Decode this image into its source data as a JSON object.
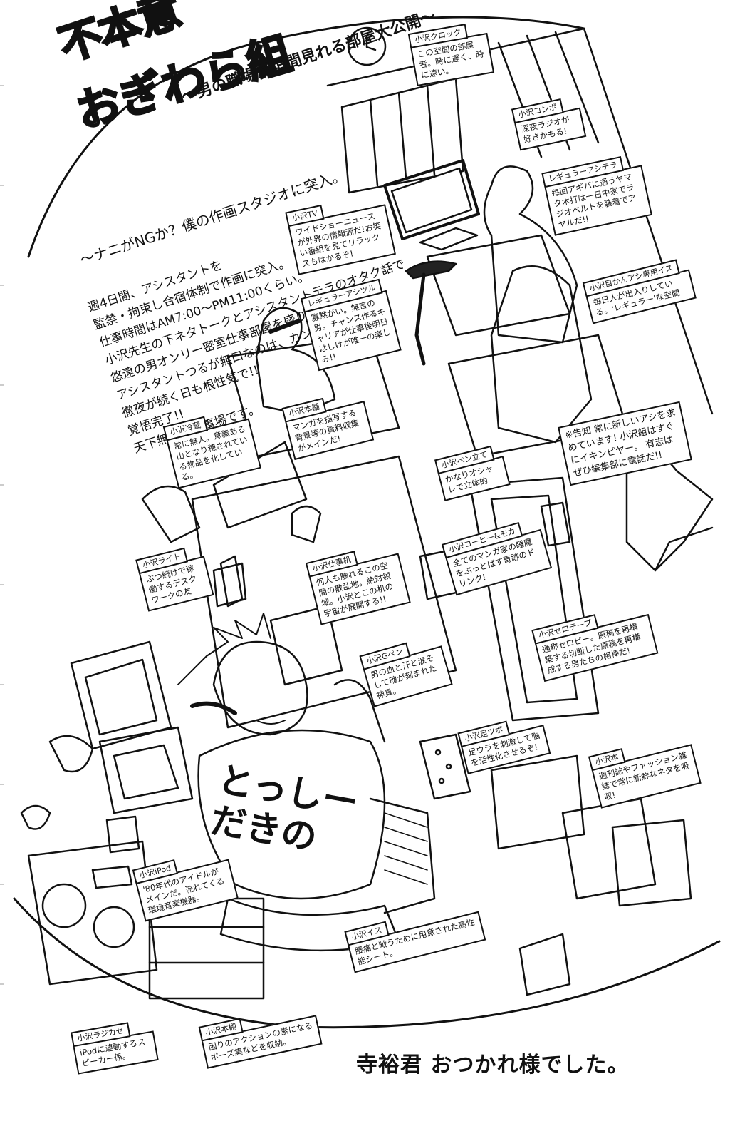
{
  "title": {
    "line1": "不本意",
    "line2": "おぎわら組",
    "subtitle": "～男の職場が垣間見れる部屋大公開～"
  },
  "intro": {
    "catch": "～ナニがNGか？僕の作画スタジオに突入。",
    "lines": [
      "週4日間、アシスタントを",
      "監禁・拘束し合宿体制で作画に突入。",
      "仕事時間はAM7:00～PM11:00くらい。",
      "小沢先生の下ネタトークとアシスタントテラのオタク話で",
      "悠遠の男オンリー密室仕事部屋を盛り上げる!!",
      "アシスタントつるが無口なのは、カンベンな!!",
      "徹夜が続く日も根性気で!!",
      "覚悟完了!!",
      "天下無敵の仕事場です。"
    ]
  },
  "notes": [
    {
      "id": "clock",
      "label": "小沢クロック",
      "text": "この空間の部屋者。時に遅く、時に速い。"
    },
    {
      "id": "compo",
      "label": "小沢コンポ",
      "text": "深夜ラジオが好きかもる!"
    },
    {
      "id": "tera",
      "label": "レギュラーアシテラ",
      "text": "毎回アギバに通うヤマタ木打は一日中家でラジオベルトを装着でアヤルだ!!"
    },
    {
      "id": "tv",
      "label": "小沢TV",
      "text": "ワイドショーニュースが外界の情報源だ!お笑い番組を見てリラックスもはかるぞ!"
    },
    {
      "id": "chair2",
      "label": "小沢目かんアシ専用イス",
      "text": "毎日人が出入りしている。'レギュラー'な空間"
    },
    {
      "id": "tsuru",
      "label": "レギュラーアシツル",
      "text": "寡黙がい。無言の男。チャンス作るキャリアが仕事後明日はしけが唯一の楽しみ!!"
    },
    {
      "id": "honbako",
      "label": "小沢本棚",
      "text": "マンガを描写する背景等の資料収集がメインだ!"
    },
    {
      "id": "fridge",
      "label": "小沢冷蔵",
      "text": "常に無人。意義ある山となり穂されている物品を化している。"
    },
    {
      "id": "notice",
      "label": "",
      "text": "※告知 常に新しいアシを求めています! 小沢組はすぐにイキンピヤー。 有志はぜひ編集部に電話だ!!"
    },
    {
      "id": "pen",
      "label": "小沢ペン立て",
      "text": "かなりオシャレで立体的"
    },
    {
      "id": "light",
      "label": "小沢ライト",
      "text": "ぶつ続けで稼働するデスクワークの友"
    },
    {
      "id": "desk",
      "label": "小沢仕事机",
      "text": "何人も触れるこの空間の散乱地。絶対領域。小沢とこの机の宇宙が展開する!!"
    },
    {
      "id": "coffee",
      "label": "小沢コーヒー&モカ",
      "text": "全てのマンガ家の睡魔をぶっとばす奇跡のドリンク!"
    },
    {
      "id": "gpen",
      "label": "小沢Gペン",
      "text": "男の血と汗と涙そして魂が刻まれた神具。"
    },
    {
      "id": "tape",
      "label": "小沢セロテープ",
      "text": "通称セロピー。原稿を再構築する切断した原稿を再構成する男たちの相棒だ!"
    },
    {
      "id": "foot",
      "label": "小沢足ツボ",
      "text": "足ウラを刺激して脳を活性化させるぞ!"
    },
    {
      "id": "book",
      "label": "小沢本",
      "text": "週刊誌やファッション雑誌で常に新鮮なネタを吸収!"
    },
    {
      "id": "ipod",
      "label": "小沢iPod",
      "text": "'80年代のアイドルがメインだ。流れてくる環境音楽機器。"
    },
    {
      "id": "chair",
      "label": "小沢イス",
      "text": "腰痛と戦うために用意された高性能シート。"
    },
    {
      "id": "speaker",
      "label": "小沢ラジカセ",
      "text": "iPodに連動するスピーカー係。"
    },
    {
      "id": "shiryou",
      "label": "小沢本棚",
      "text": "困りのアクションの素になるポーズ集などを収納。"
    }
  ],
  "shirt": {
    "line1": "とっしー",
    "line2": "だきの"
  },
  "bottom_message": "寺裕君 おつかれ様でした。"
}
